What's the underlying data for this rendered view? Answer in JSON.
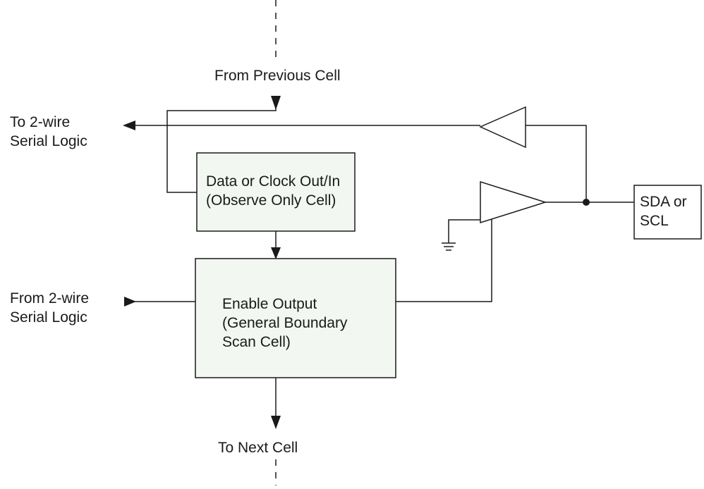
{
  "labels": {
    "from_previous_cell": "From Previous Cell",
    "to_next_cell": "To Next Cell",
    "to_2wire": [
      "To 2-wire",
      "Serial Logic"
    ],
    "from_2wire": [
      "From 2-wire",
      "Serial Logic"
    ],
    "observe_cell": [
      "Data or Clock Out/In",
      "(Observe Only Cell)"
    ],
    "enable_cell": [
      "Enable Output",
      "(General Boundary",
      "Scan Cell)"
    ],
    "pin": [
      "SDA or",
      "SCL"
    ]
  },
  "colors": {
    "line": "#1a1a1a",
    "cell_fill": "#f2f7f2",
    "pin_fill": "#ffffff"
  }
}
